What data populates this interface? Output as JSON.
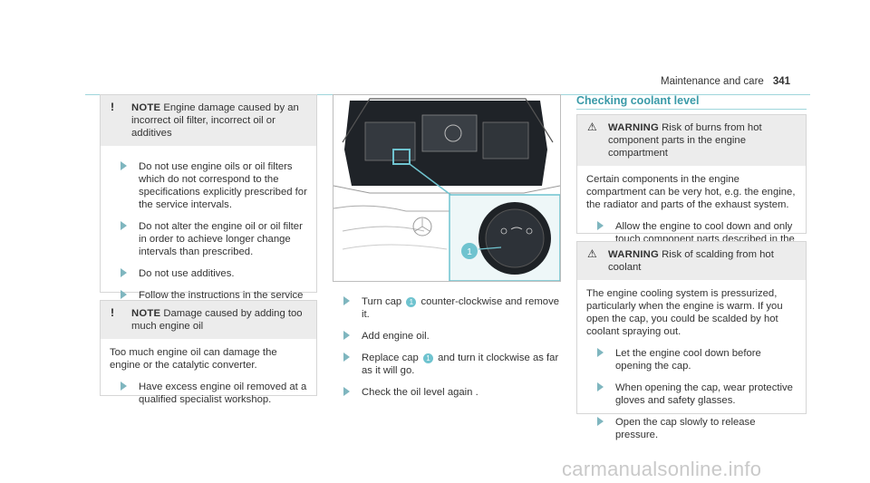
{
  "header": {
    "title": "Maintenance and care",
    "page": "341"
  },
  "left_col": {
    "note1": {
      "symbol": "!",
      "label": "NOTE",
      "title": "Engine damage caused by an incorrect oil filter, incorrect oil or additives",
      "steps": [
        "Do not use engine oils or oil filters which do not correspond to the specifications explicitly prescribed for the service intervals.",
        "Do not alter the engine oil or oil filter in order to achieve longer change intervals than prescribed.",
        "Do not use additives.",
        "Follow the instructions in the service interval display regarding the oil change."
      ]
    },
    "note2": {
      "symbol": "!",
      "label": "NOTE",
      "title": "Damage caused by adding too much engine oil",
      "body": "Too much engine oil can damage the engine or the catalytic converter.",
      "steps": [
        "Have excess engine oil removed at a qualified specialist workshop."
      ]
    }
  },
  "figure": {
    "callout": "1"
  },
  "middle_col": {
    "steps": [
      {
        "pre": "Turn cap ",
        "num": "1",
        "post": " counter-clockwise and remove it."
      },
      {
        "pre": "Add engine oil.",
        "num": "",
        "post": ""
      },
      {
        "pre": "Replace cap ",
        "num": "1",
        "post": " and turn it clockwise as far as it will go."
      },
      {
        "pre": "Check the oil level again .",
        "num": "",
        "post": ""
      }
    ]
  },
  "right_col": {
    "section_title": "Checking coolant level",
    "warning1": {
      "label": "WARNING",
      "title": "Risk of burns from hot component parts in the engine compartment",
      "body": "Certain components in the engine compartment can be very hot, e.g. the engine, the radiator and parts of the exhaust system.",
      "steps": [
        "Allow the engine to cool down and only touch component parts described in the following."
      ]
    },
    "warning2": {
      "label": "WARNING",
      "title": "Risk of scalding from hot coolant",
      "body": "The engine cooling system is pressurized, particularly when the engine is warm. If you open the cap, you could be scalded by hot coolant spraying out.",
      "steps": [
        "Let the engine cool down before opening the cap.",
        "When opening the cap, wear protective gloves and safety glasses.",
        "Open the cap slowly to release pressure."
      ]
    }
  },
  "watermark": "carmanualsonline.info"
}
